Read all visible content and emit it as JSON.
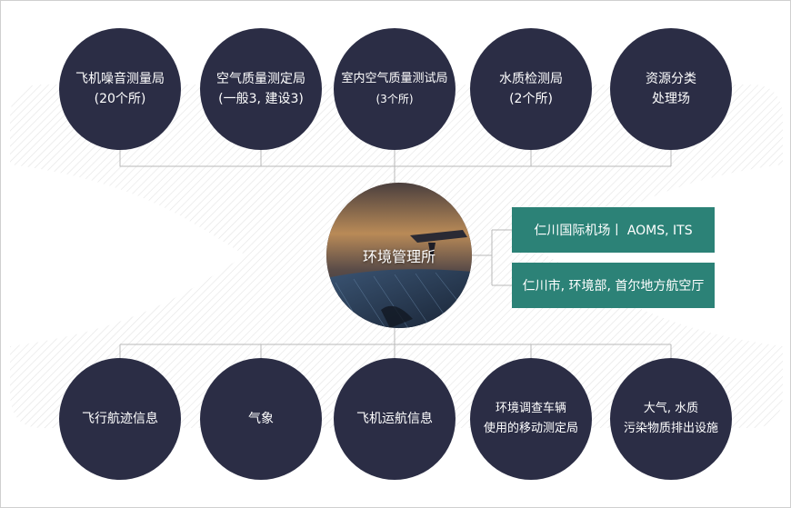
{
  "center": {
    "label": "环境管理所"
  },
  "top_nodes": [
    {
      "lines": [
        "飞机噪音测量局",
        "(20个所)"
      ]
    },
    {
      "lines": [
        "空气质量测定局",
        "(一般3, 建设3)"
      ]
    },
    {
      "lines": [
        "室内空气质量测试局",
        "(3个所)"
      ]
    },
    {
      "lines": [
        "水质检测局",
        "(2个所)"
      ]
    },
    {
      "lines": [
        "资源分类",
        "处理场"
      ]
    }
  ],
  "bottom_nodes": [
    {
      "lines": [
        "飞行航迹信息"
      ]
    },
    {
      "lines": [
        "气象"
      ]
    },
    {
      "lines": [
        "飞机运航信息"
      ]
    },
    {
      "lines": [
        "环境调查车辆",
        "使用的移动测定局"
      ]
    },
    {
      "lines": [
        "大气, 水质",
        "污染物质排出设施"
      ]
    }
  ],
  "tags": [
    {
      "label": "仁川国际机场丨 AOMS, ITS"
    },
    {
      "label": "仁川市, 环境部, 首尔地方航空厅"
    }
  ],
  "colors": {
    "node_fill": "#2b2d45",
    "tag_fill": "#2c8277",
    "connector": "#b8b8b8"
  }
}
